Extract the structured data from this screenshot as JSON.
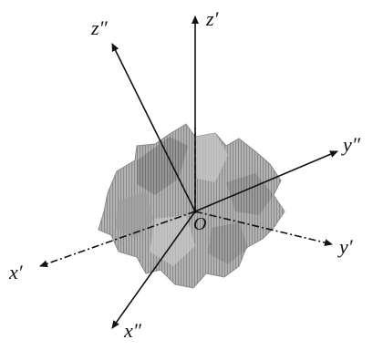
{
  "axes": {
    "z_prime": "z′",
    "z_double_prime": "z″",
    "y_prime": "y′",
    "y_double_prime": "y″",
    "x_prime": "x′",
    "x_double_prime": "x″"
  },
  "origin": "O",
  "colors": {
    "ink": "#111111",
    "object_fill": "#a7a7a7",
    "object_shade": "#7b7b7b",
    "background": "#ffffff"
  }
}
